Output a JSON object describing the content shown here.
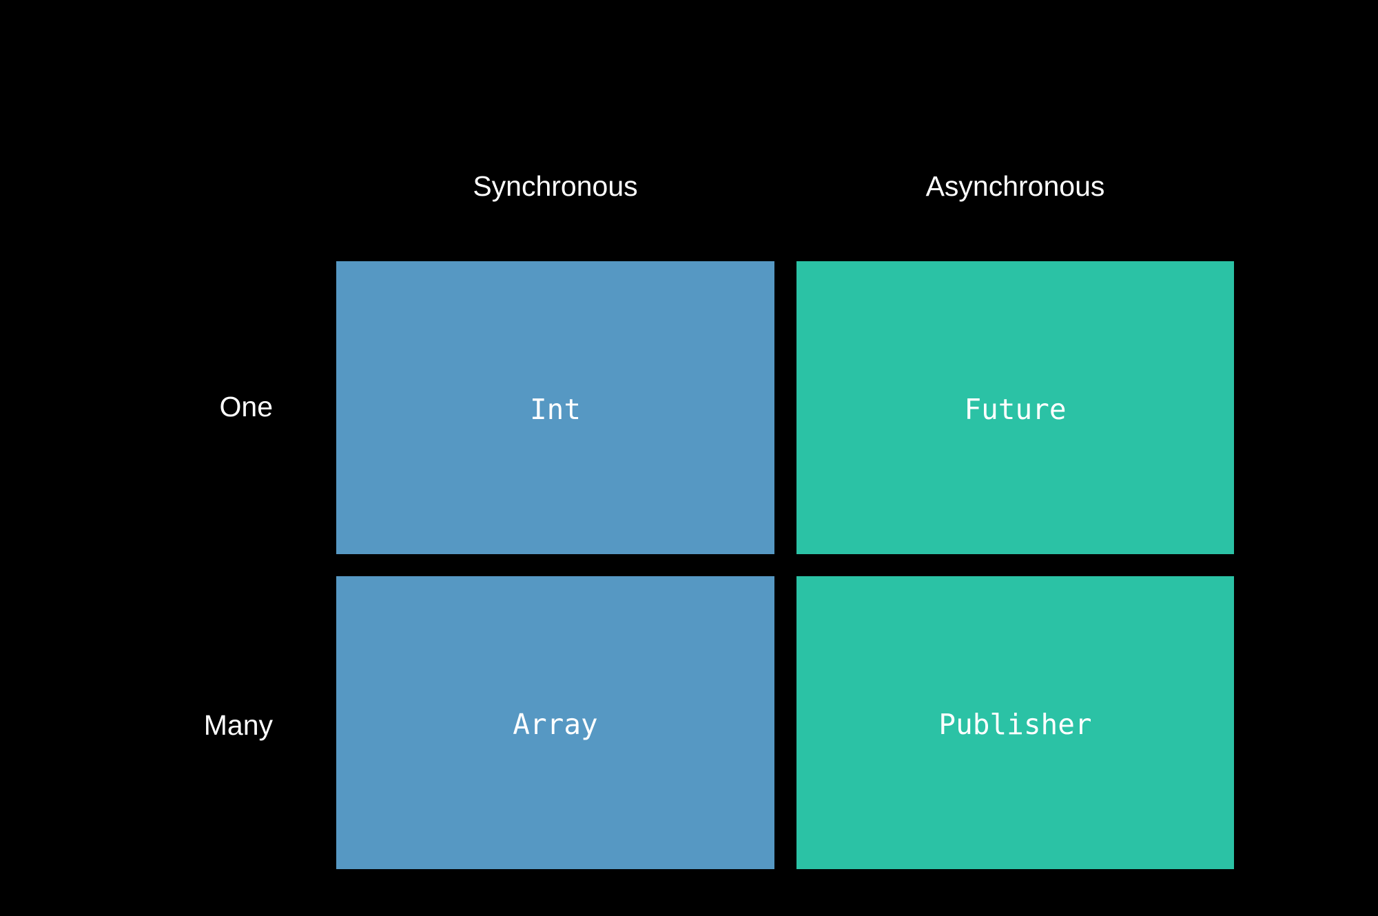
{
  "columns": {
    "sync_label": "Synchronous",
    "async_label": "Asynchronous"
  },
  "rows": {
    "one_label": "One",
    "many_label": "Many"
  },
  "cells": {
    "one_sync": {
      "label": "Int",
      "color": "#5698C3"
    },
    "one_async": {
      "label": "Future",
      "color": "#2BC2A5"
    },
    "many_sync": {
      "label": "Array",
      "color": "#5698C3"
    },
    "many_async": {
      "label": "Publisher",
      "color": "#2BC2A5"
    }
  }
}
